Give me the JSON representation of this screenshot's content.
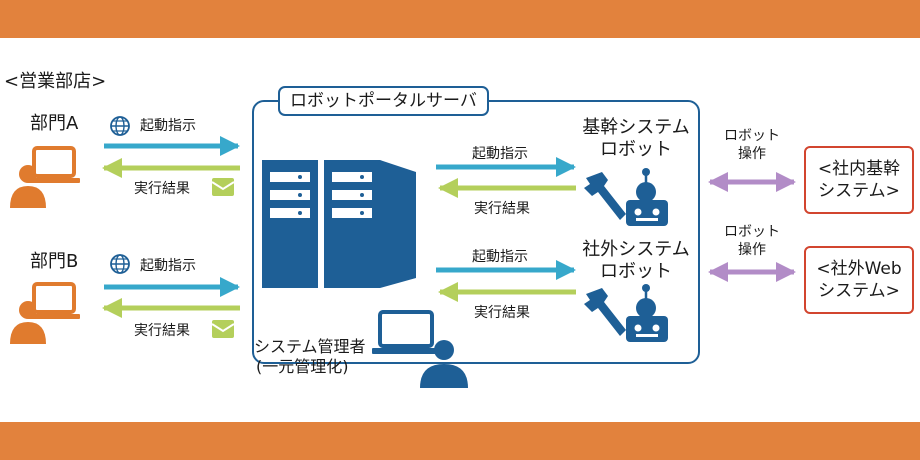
{
  "branch_label": "<営業部店>",
  "dept_a": {
    "name": "部門A",
    "start_label": "起動指示",
    "result_label": "実行結果"
  },
  "dept_b": {
    "name": "部門B",
    "start_label": "起動指示",
    "result_label": "実行結果"
  },
  "portal": {
    "title": "ロボットポータルサーバ"
  },
  "robot_core": {
    "line1": "基幹システム",
    "line2": "ロボット",
    "start_label": "起動指示",
    "result_label": "実行結果"
  },
  "robot_external": {
    "line1": "社外システム",
    "line2": "ロボット",
    "start_label": "起動指示",
    "result_label": "実行結果"
  },
  "admin": {
    "line1": "システム管理者",
    "line2": "(一元管理化)"
  },
  "op_core": {
    "line1": "ロボット",
    "line2": "操作"
  },
  "op_external": {
    "line1": "ロボット",
    "line2": "操作"
  },
  "system_core": {
    "line1": "<社内基幹",
    "line2": "システム>"
  },
  "system_external": {
    "line1": "<社外Web",
    "line2": "システム>"
  },
  "colors": {
    "band": "#e2823d",
    "cyan_arrow": "#37a8cb",
    "green_arrow": "#b4cf5b",
    "purple_arrow": "#b28cc7",
    "navy": "#1e5f96",
    "person_orange": "#e07b2e",
    "system_border": "#d2452f"
  }
}
